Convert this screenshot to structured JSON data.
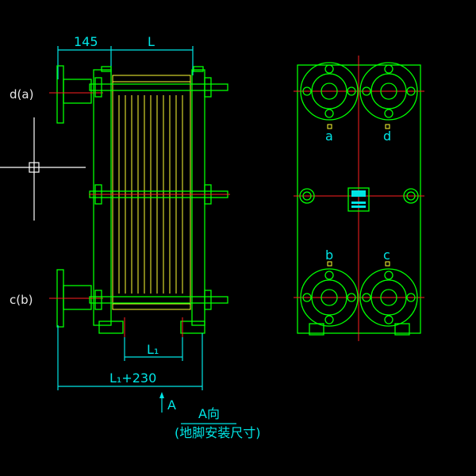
{
  "front_view": {
    "dim_145": "145",
    "dim_L": "L",
    "port_top_label": "d(a)",
    "port_bottom_label": "c(b)",
    "dim_L1": "L₁",
    "dim_L1_230": "L₁+230",
    "view_arrow_label": "A"
  },
  "side_view": {
    "port_a": "a",
    "port_d": "d",
    "port_b": "b",
    "port_c": "c"
  },
  "caption": {
    "title": "A向",
    "subtitle": "(地脚安装尺寸)"
  },
  "colors": {
    "background": "#000000",
    "frame": "#00ff00",
    "plates": "#ffff33",
    "dimensions": "#00e5e5",
    "centerline": "#ff2020"
  }
}
